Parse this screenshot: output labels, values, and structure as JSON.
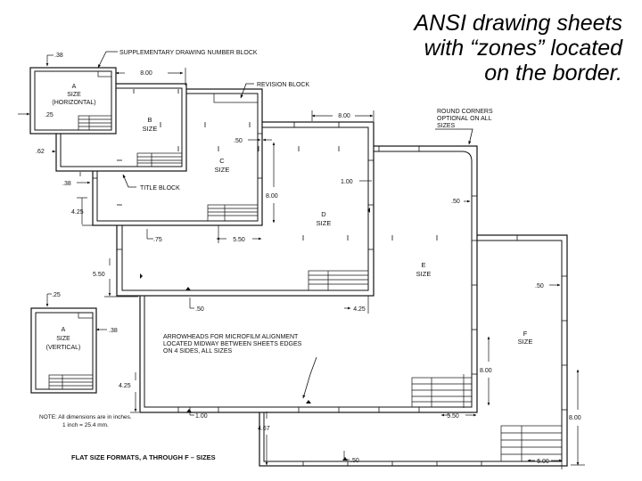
{
  "title": {
    "line1": "ANSI drawing sheets",
    "line2": "with “zones” located",
    "line3": "on the border."
  },
  "diagram": {
    "callouts": {
      "supplementary": "SUPPLEMENTARY DRAWING NUMBER BLOCK",
      "revision": "REVISION BLOCK",
      "round1": "ROUND CORNERS",
      "round2": "OPTIONAL ON ALL",
      "round3": "SIZES",
      "title_block": "TITLE BLOCK",
      "arrow1": "ARROWHEADS FOR MICROFILM ALIGNMENT",
      "arrow2": "LOCATED MIDWAY BETWEEN SHEETS EDGES",
      "arrow3": "ON 4 SIDES, ALL SIZES"
    },
    "sheets": {
      "a_h_1": "A",
      "a_h_2": "SIZE",
      "a_h_3": "(HORIZONTAL)",
      "b_1": "B",
      "b_2": "SIZE",
      "c_1": "C",
      "c_2": "SIZE",
      "d_1": "D",
      "d_2": "SIZE",
      "e_1": "E",
      "e_2": "SIZE",
      "f_1": "F",
      "f_2": "SIZE",
      "a_v_1": "A",
      "a_v_2": "SIZE",
      "a_v_3": "(VERTICAL)"
    },
    "dims": {
      "d038a": ".38",
      "d800a": "8.00",
      "d025a": ".25",
      "d062": ".62",
      "d038b": ".38",
      "d050a": ".50",
      "d800b": "8.00",
      "d425a": "4.25",
      "d075": ".75",
      "d550a": "5.50",
      "d100a": "1.00",
      "d800c": "8.00",
      "d050b": ".50",
      "d550b": "5.50",
      "d050c": ".50",
      "d425b": "4.25",
      "d050d": ".50",
      "d025b": ".25",
      "d038c": ".38",
      "d425c": "4.25",
      "d100b": "1.00",
      "d800d": "8.00",
      "d550c": "5.50",
      "d467": "4.67",
      "d800e": "8.00",
      "d050e": ".50",
      "d500": "5.00"
    },
    "note1": "NOTE:  All dimensions are in inches.",
    "note2": "1 inch = 25.4 mm.",
    "caption": "FLAT SIZE FORMATS, A THROUGH F – SIZES"
  }
}
